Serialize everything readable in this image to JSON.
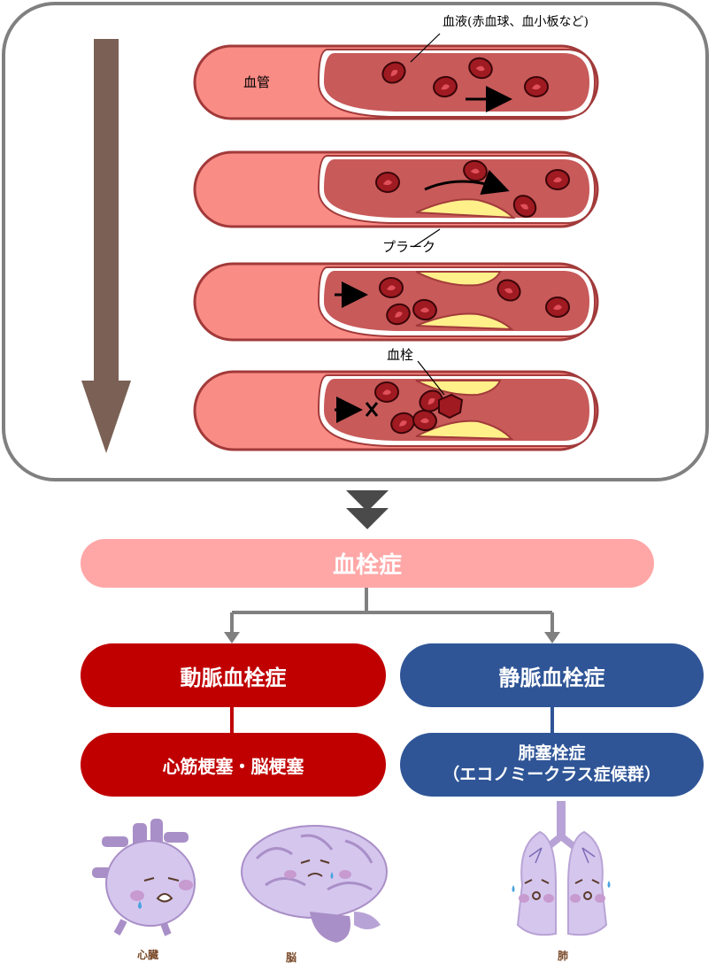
{
  "vessel_labels": {
    "blood": "血液(赤血球、血小板など)",
    "vessel": "血管",
    "plaque": "プラーク",
    "thrombus": "血栓"
  },
  "main_title": "血栓症",
  "arterial": {
    "title": "動脈血栓症",
    "condition": "心筋梗塞・脳梗塞"
  },
  "venous": {
    "title": "静脈血栓症",
    "condition_line1": "肺塞栓症",
    "condition_line2": "（エコノミークラス症候群）"
  },
  "organs": {
    "heart": "心臓",
    "brain": "脳",
    "lungs": "肺"
  },
  "colors": {
    "vessel_outer": "#fa8c86",
    "vessel_inner": "#c85a5a",
    "blood_cell": "#a01a22",
    "plaque": "#fff08a",
    "arrow_brown": "#7a6055",
    "title_pink": "#ffa7a7",
    "arterial_red": "#c00000",
    "venous_blue": "#2f5597"
  }
}
